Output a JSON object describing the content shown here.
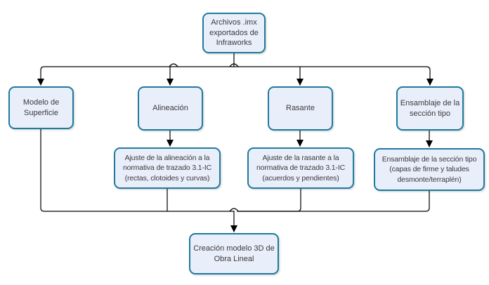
{
  "diagram": {
    "type": "flowchart",
    "nodes": {
      "archivos": {
        "label": "Archivos .imx exportados de Infraworks"
      },
      "modelo": {
        "label": "Modelo de Superficie"
      },
      "alineacion": {
        "label": "Alineación"
      },
      "rasante": {
        "label": "Rasante"
      },
      "ensamblaje": {
        "label": "Ensamblaje de la sección tipo"
      },
      "ajuste_alineacion": {
        "label": "Ajuste de la alineación a la normativa de trazado 3.1-IC (rectas, clotoides y curvas)"
      },
      "ajuste_rasante": {
        "label": "Ajuste de la rasante a la normativa de trazado 3.1-IC (acuerdos y pendientes)"
      },
      "ensamblaje_capas": {
        "label": "Ensamblaje de la sección tipo (capas de firme y taludes desmonte/terraplén)"
      },
      "creacion": {
        "label": "Creación modelo 3D de Obra Lineal"
      }
    },
    "edges": [
      {
        "from": "archivos",
        "to": "modelo"
      },
      {
        "from": "archivos",
        "to": "alineacion"
      },
      {
        "from": "archivos",
        "to": "rasante"
      },
      {
        "from": "archivos",
        "to": "ensamblaje"
      },
      {
        "from": "alineacion",
        "to": "ajuste_alineacion"
      },
      {
        "from": "rasante",
        "to": "ajuste_rasante"
      },
      {
        "from": "ensamblaje",
        "to": "ensamblaje_capas"
      },
      {
        "from": "modelo",
        "to": "creacion"
      },
      {
        "from": "ajuste_alineacion",
        "to": "creacion"
      },
      {
        "from": "ajuste_rasante",
        "to": "creacion"
      },
      {
        "from": "ensamblaje_capas",
        "to": "creacion"
      }
    ],
    "colors": {
      "node_fill": "#e9eefb",
      "node_border": "#1f7a9e",
      "connector": "#000000",
      "text": "#3a3a3a"
    }
  }
}
